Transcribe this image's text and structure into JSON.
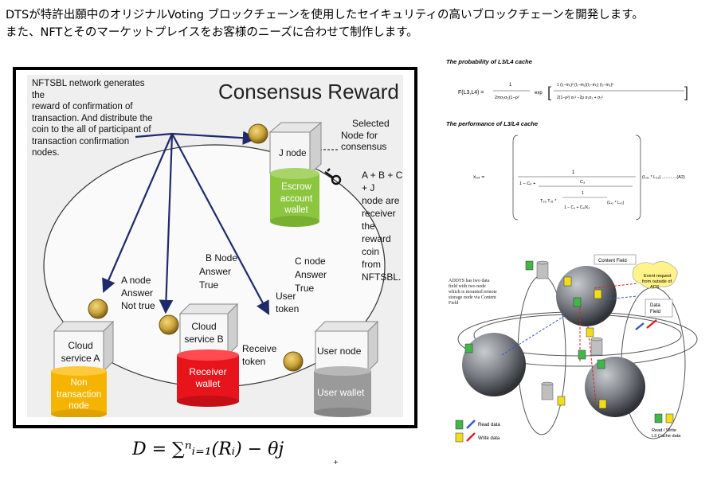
{
  "header": {
    "line1": "DTSが特許出願中のオリジナルVoting ブロックチェーンを使用したセイキュリティの高いブロックチェーンを開発します。",
    "line2": "また、NFTとそのマーケットプレイスをお客様のニーズに合わせて制作します。"
  },
  "consensus": {
    "title": "Consensus Reward",
    "intro": [
      "NFTSBL network generates the",
      "reward of confirmation of",
      "transaction. And distribute the",
      "coin to the all of participant of",
      "transaction confirmation",
      "nodes."
    ],
    "selected": [
      "Selected",
      "Node for consensus"
    ],
    "receiver_note": [
      "A + B + C + J",
      "node are",
      "receiver the",
      "reward coin",
      "from NFTSBL."
    ],
    "j_node": "J node",
    "escrow": [
      "Escrow",
      "account",
      "wallet"
    ],
    "a_node": [
      "A node",
      "Answer",
      "Not true"
    ],
    "b_node": [
      "B Node",
      "Answer",
      "True"
    ],
    "c_node": [
      "C node",
      "Answer",
      "True"
    ],
    "user_token": [
      "User",
      "token"
    ],
    "receive_token": [
      "Receive",
      "token"
    ],
    "cloud_a": [
      "Cloud",
      "service A"
    ],
    "non_tx": [
      "Non",
      "transaction",
      "node"
    ],
    "cloud_b": [
      "Cloud",
      "service B"
    ],
    "receiver_wallet": [
      "Receiver",
      "wallet"
    ],
    "user_node": "User node",
    "user_wallet": "User wallet",
    "formula": "D = ∑ⁿᵢ₌₁(Rᵢ) − θj",
    "plus": "+"
  },
  "right": {
    "prob_title": "The probability of L3/L4 cache",
    "prob_lhs": "F(L3,L4) =",
    "perf_title": "The performance of L3/L4 cache",
    "perf_lhs": "x₃₄ =",
    "perf_tail": "(L₃₁ * L₃₂) ............(A2)",
    "content_field": "Content Field",
    "addts": [
      "ADDTS has two data",
      "field with two node",
      "which is mounted remote",
      "storage node via Content",
      "Field"
    ],
    "event": [
      "Event request",
      "from outside of",
      "ADS"
    ],
    "data_field": [
      "Data",
      "Field"
    ],
    "read_data": "Read data",
    "write_data": "Write data",
    "rw_cache": [
      "Read / Write",
      "L3 Cache data"
    ]
  }
}
